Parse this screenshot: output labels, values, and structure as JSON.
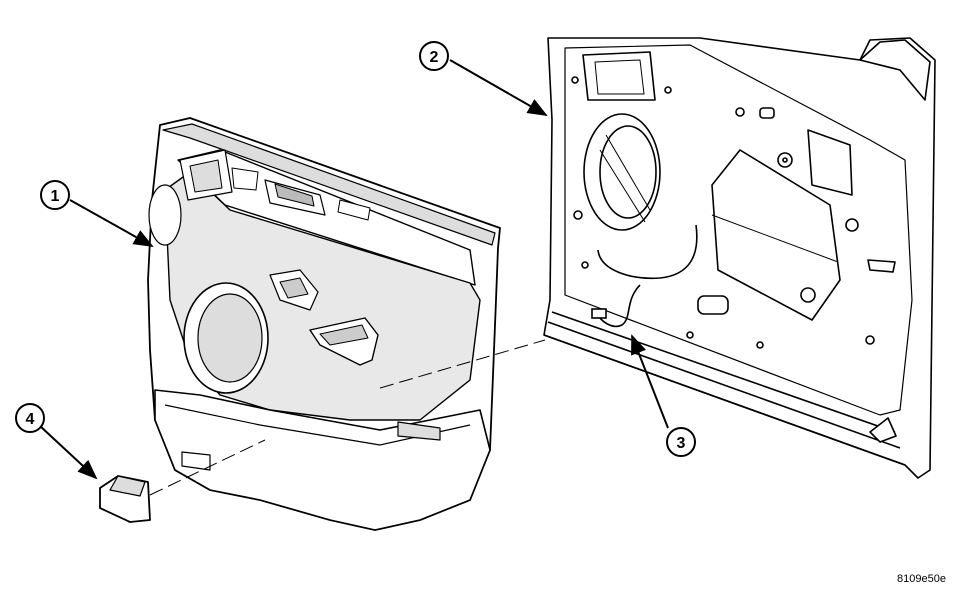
{
  "diagram": {
    "callouts": [
      {
        "id": "1",
        "label": "1"
      },
      {
        "id": "2",
        "label": "2"
      },
      {
        "id": "3",
        "label": "3"
      },
      {
        "id": "4",
        "label": "4"
      }
    ],
    "figure_id": "8109e50e",
    "colors": {
      "line": "#000000",
      "fill": "#ffffff",
      "shade": "#dddddd"
    }
  }
}
